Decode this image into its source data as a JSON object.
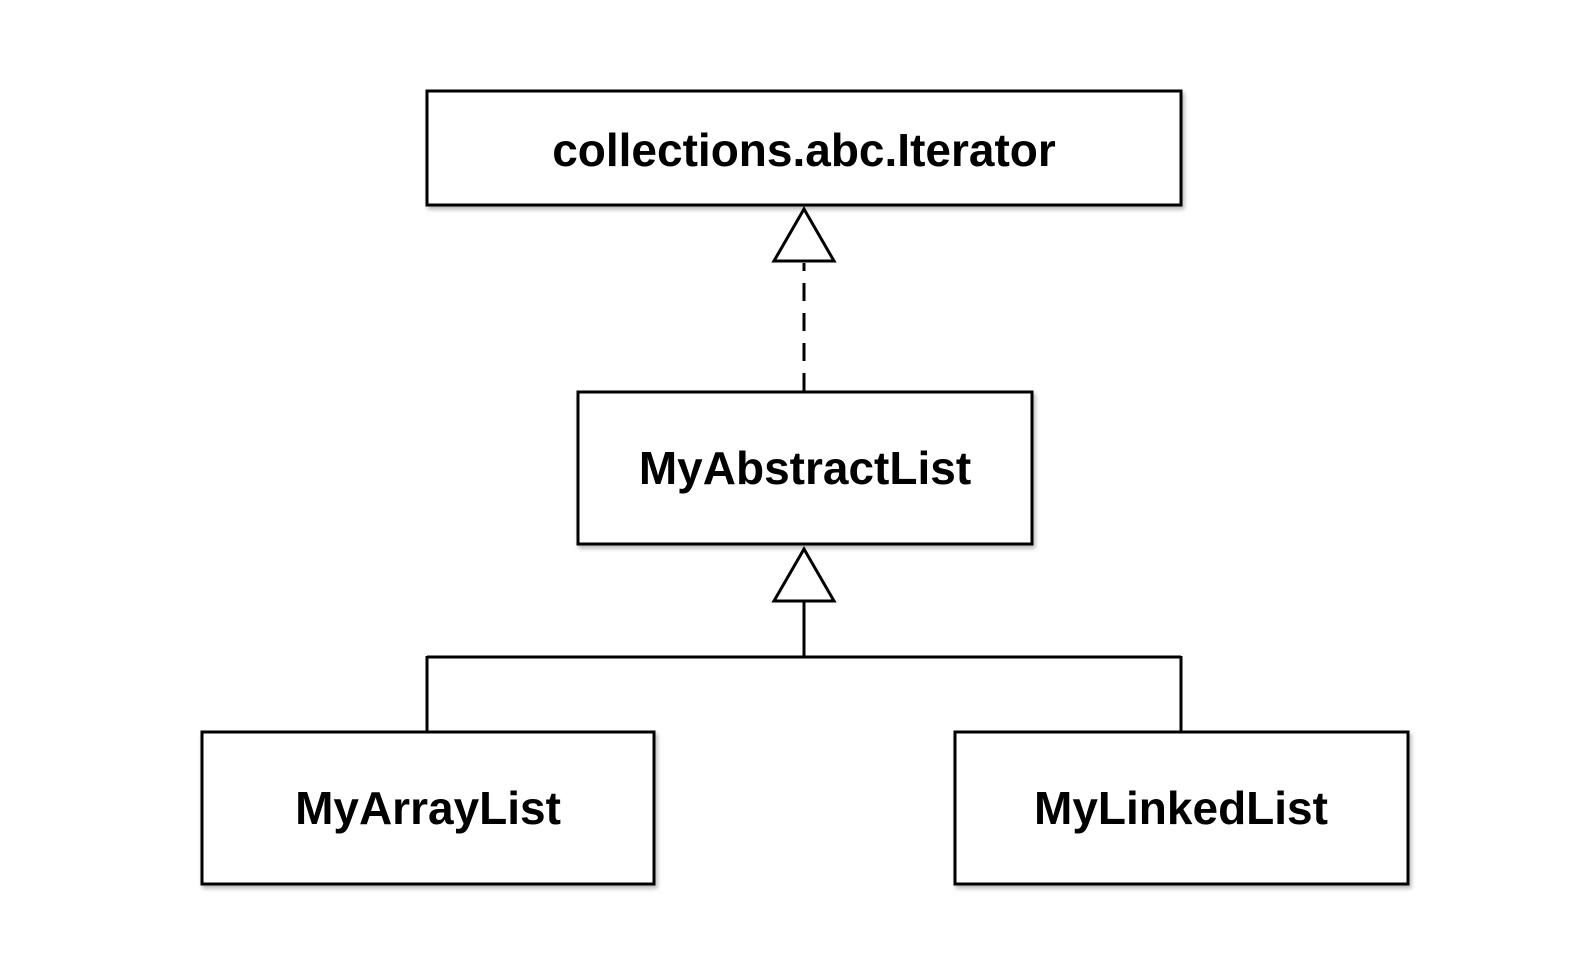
{
  "diagram": {
    "classes": {
      "iterator": {
        "name": "collections.abc.Iterator"
      },
      "abstract_list": {
        "name": "MyAbstractList"
      },
      "array_list": {
        "name": "MyArrayList"
      },
      "linked_list": {
        "name": "MyLinkedList"
      }
    },
    "relationships": [
      {
        "from": "MyAbstractList",
        "to": "collections.abc.Iterator",
        "kind": "realization"
      },
      {
        "from": "MyArrayList",
        "to": "MyAbstractList",
        "kind": "generalization"
      },
      {
        "from": "MyLinkedList",
        "to": "MyAbstractList",
        "kind": "generalization"
      }
    ],
    "colors": {
      "stroke": "#000000",
      "fill": "#ffffff",
      "shadow": "#b5b5b5"
    }
  }
}
